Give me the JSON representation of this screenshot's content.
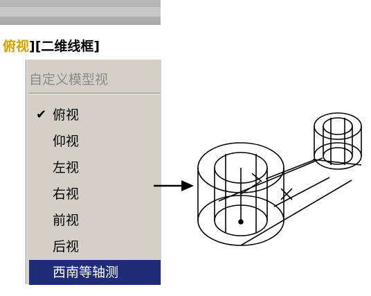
{
  "viewport": {
    "current_view": "俯视",
    "visual_style": "][二维线框]"
  },
  "menu": {
    "header": "自定义模型视",
    "check_glyph": "✔",
    "items": [
      {
        "label": "俯视",
        "checked": true,
        "selected": false
      },
      {
        "label": "仰视",
        "checked": false,
        "selected": false
      },
      {
        "label": "左视",
        "checked": false,
        "selected": false
      },
      {
        "label": "右视",
        "checked": false,
        "selected": false
      },
      {
        "label": "前视",
        "checked": false,
        "selected": false
      },
      {
        "label": "后视",
        "checked": false,
        "selected": false
      },
      {
        "label": "西南等轴测",
        "checked": false,
        "selected": true
      }
    ]
  },
  "colors": {
    "selection": "#1f2d78",
    "menu_bg": "#d4d0c8",
    "current_view": "#d4a000"
  },
  "icons": {
    "arrow": "right-arrow-icon",
    "model": "wireframe-model-icon"
  }
}
